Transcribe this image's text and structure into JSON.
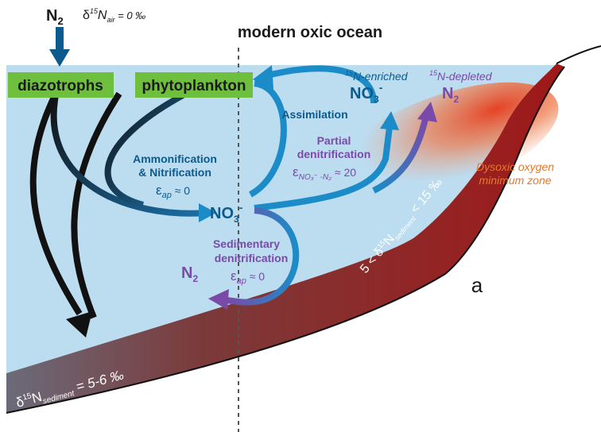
{
  "title": "modern oxic ocean",
  "panel_label": "a",
  "air": {
    "n2": "N",
    "n2_sub": "2",
    "delta": "δ",
    "sup": "15",
    "n": "N",
    "sub": "air",
    "eq": " = 0 ‰"
  },
  "boxes": {
    "diazotrophs": "diazotrophs",
    "phytoplankton": "phytoplankton"
  },
  "processes": {
    "ammonification_1": "Ammonification",
    "ammonification_2": "& Nitrification",
    "assimilation": "Assimilation",
    "partial_1": "Partial",
    "partial_2": "denitrification",
    "sedimentary_1": "Sedimentary",
    "sedimentary_2": "denitrification"
  },
  "epsilons": {
    "eps": "ε",
    "ap_sub": "ap",
    "approx0": " ≈ 0",
    "partial_sub": "NO₃⁻ -N₂",
    "approx20": " ≈ 20"
  },
  "species": {
    "no3": "NO",
    "no3_sub": "3",
    "no3_sup": "-",
    "n2": "N",
    "n2_sub": "2",
    "enriched": "N-enriched",
    "depleted": "N-depleted",
    "sup15": "15"
  },
  "omz": {
    "line1": "Dysoxic oxygen",
    "line2": "minimum zone"
  },
  "sediment": {
    "shelf_pre": "δ",
    "shelf_sup": "15",
    "shelf_n": "N",
    "shelf_sub": "sediment",
    "shelf_val": " = 5-6 ‰",
    "slope_pre": "5 < δ",
    "slope_sup": "15",
    "slope_n": "N",
    "slope_sub": "sediment",
    "slope_val": " < 15 ‰"
  },
  "colors": {
    "ocean": "#bcdcf0",
    "box_green": "#6fbf3f",
    "arrow_blue": "#1b8cc7",
    "arrow_purple": "#7a4aa8",
    "sediment_red": "#8b1a1a",
    "omz_orange": "#e8782a"
  }
}
